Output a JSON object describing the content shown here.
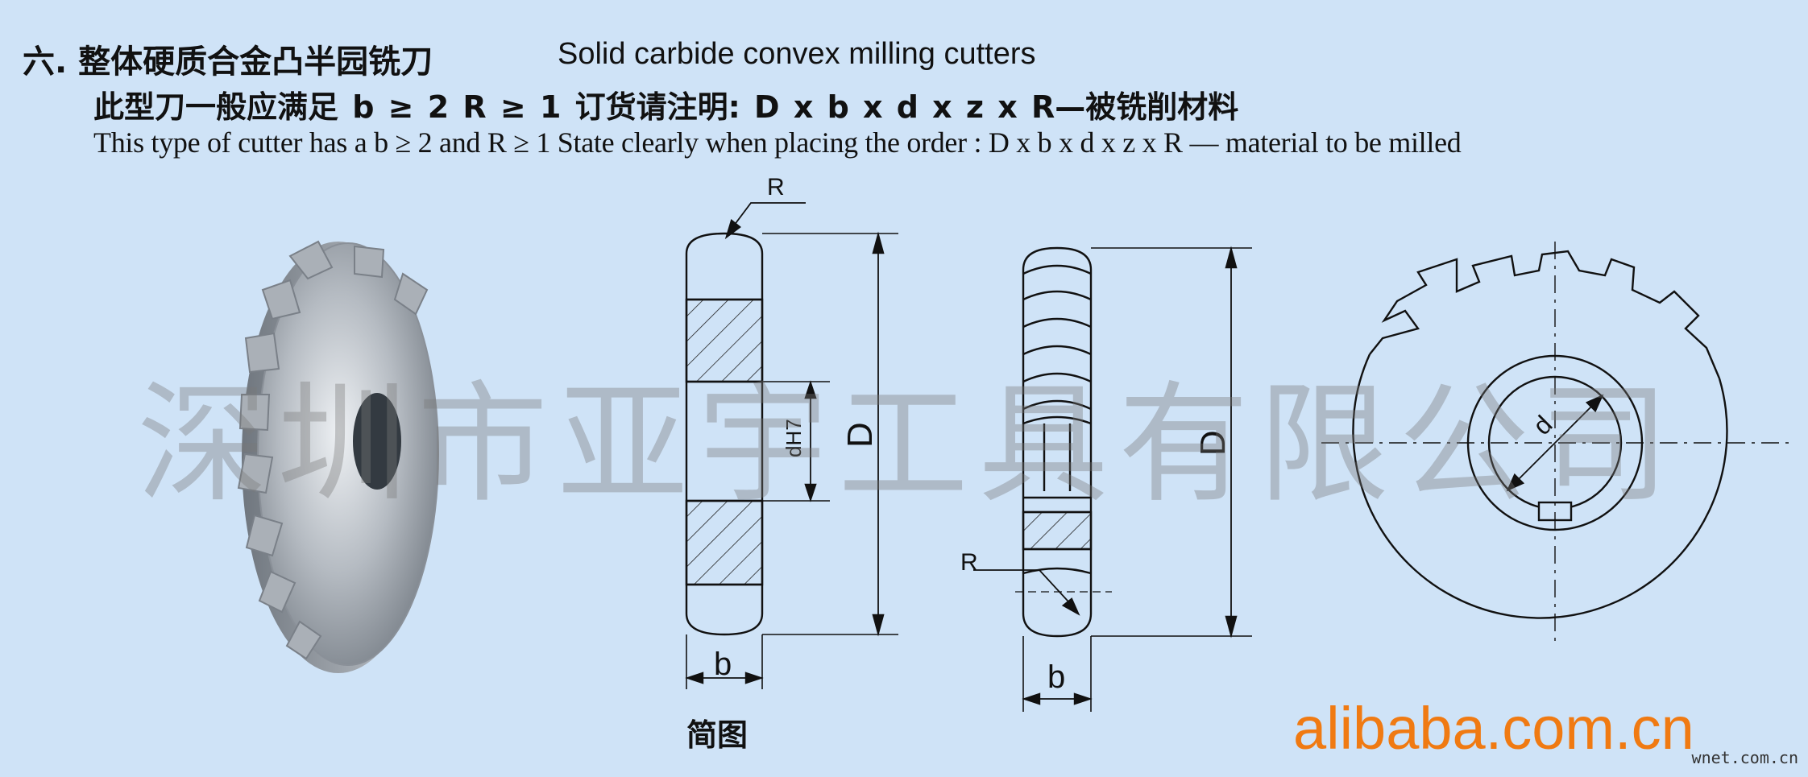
{
  "header": {
    "title_cn": "六. 整体硬质合金凸半园铣刀",
    "title_en": "Solid carbide convex milling cutters",
    "spec_cn": "此型刀一般应满足 b ≥ 2   R ≥ 1   订货请注明:  D x b x d x z x R—被铣削材料",
    "spec_en": "This type of cutter has a  b ≥ 2   and   R ≥ 1   State clearly when placing the order : D x b x d x z x R — material to be milled"
  },
  "labels": {
    "r_top": "R",
    "r_side": "R",
    "d_big_1": "D",
    "d_big_2": "D",
    "d_h7": "dH7",
    "b_1": "b",
    "b_2": "b",
    "d_small": "d"
  },
  "sketch_caption": "简图",
  "watermark": "深圳市亚宇工具有限公司",
  "brand": "alibaba.com.cn",
  "source_mark": "wnet.com.cn"
}
